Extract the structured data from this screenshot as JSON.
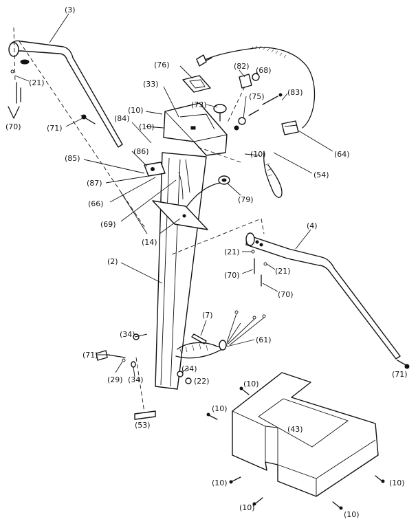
{
  "diagram": {
    "callouts": [
      {
        "id": "c-3",
        "text": "(3)"
      },
      {
        "id": "c-21a",
        "text": "(21)"
      },
      {
        "id": "c-70a",
        "text": "(70)"
      },
      {
        "id": "c-71a",
        "text": "(71)"
      },
      {
        "id": "c-76",
        "text": "(76)"
      },
      {
        "id": "c-82",
        "text": "(82)"
      },
      {
        "id": "c-68",
        "text": "(68)"
      },
      {
        "id": "c-33",
        "text": "(33)"
      },
      {
        "id": "c-73",
        "text": "(73)"
      },
      {
        "id": "c-75",
        "text": "(75)"
      },
      {
        "id": "c-83",
        "text": "(83)"
      },
      {
        "id": "c-10a",
        "text": "(10)"
      },
      {
        "id": "c-84",
        "text": "(84)"
      },
      {
        "id": "c-10b",
        "text": "(10)"
      },
      {
        "id": "c-64",
        "text": "(64)"
      },
      {
        "id": "c-86",
        "text": "(86)"
      },
      {
        "id": "c-10c",
        "text": "(10)"
      },
      {
        "id": "c-85",
        "text": "(85)"
      },
      {
        "id": "c-54",
        "text": "(54)"
      },
      {
        "id": "c-87",
        "text": "(87)"
      },
      {
        "id": "c-66",
        "text": "(66)"
      },
      {
        "id": "c-79",
        "text": "(79)"
      },
      {
        "id": "c-69",
        "text": "(69)"
      },
      {
        "id": "c-14",
        "text": "(14)"
      },
      {
        "id": "c-4",
        "text": "(4)"
      },
      {
        "id": "c-21b",
        "text": "(21)"
      },
      {
        "id": "c-2",
        "text": "(2)"
      },
      {
        "id": "c-21c",
        "text": "(21)"
      },
      {
        "id": "c-70b",
        "text": "(70)"
      },
      {
        "id": "c-70c",
        "text": "(70)"
      },
      {
        "id": "c-7",
        "text": "(7)"
      },
      {
        "id": "c-34a",
        "text": "(34)"
      },
      {
        "id": "c-61",
        "text": "(61)"
      },
      {
        "id": "c-71b",
        "text": "(71)"
      },
      {
        "id": "c-29",
        "text": "(29)"
      },
      {
        "id": "c-34b",
        "text": "(34)"
      },
      {
        "id": "c-34c",
        "text": "(34)"
      },
      {
        "id": "c-22",
        "text": "(22)"
      },
      {
        "id": "c-71c",
        "text": "(71)"
      },
      {
        "id": "c-10d",
        "text": "(10)"
      },
      {
        "id": "c-10e",
        "text": "(10)"
      },
      {
        "id": "c-53",
        "text": "(53)"
      },
      {
        "id": "c-43",
        "text": "(43)"
      },
      {
        "id": "c-10f",
        "text": "(10)"
      },
      {
        "id": "c-10g",
        "text": "(10)"
      },
      {
        "id": "c-10h",
        "text": "(10)"
      },
      {
        "id": "c-10i",
        "text": "(10)"
      }
    ]
  }
}
